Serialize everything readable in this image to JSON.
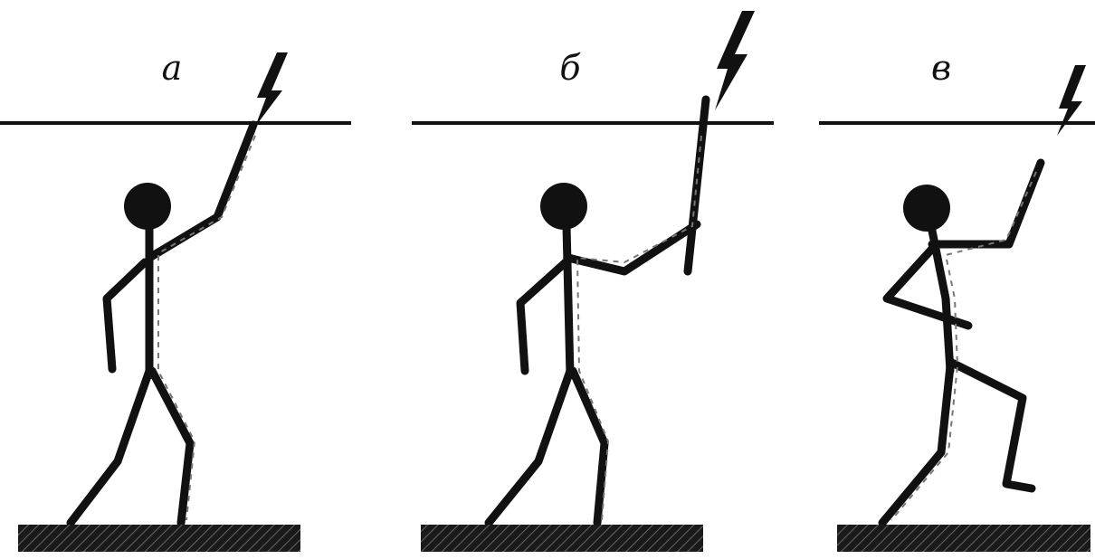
{
  "panels": [
    {
      "id": "a",
      "label": "а"
    },
    {
      "id": "b",
      "label": "б"
    },
    {
      "id": "v",
      "label": "в"
    }
  ]
}
